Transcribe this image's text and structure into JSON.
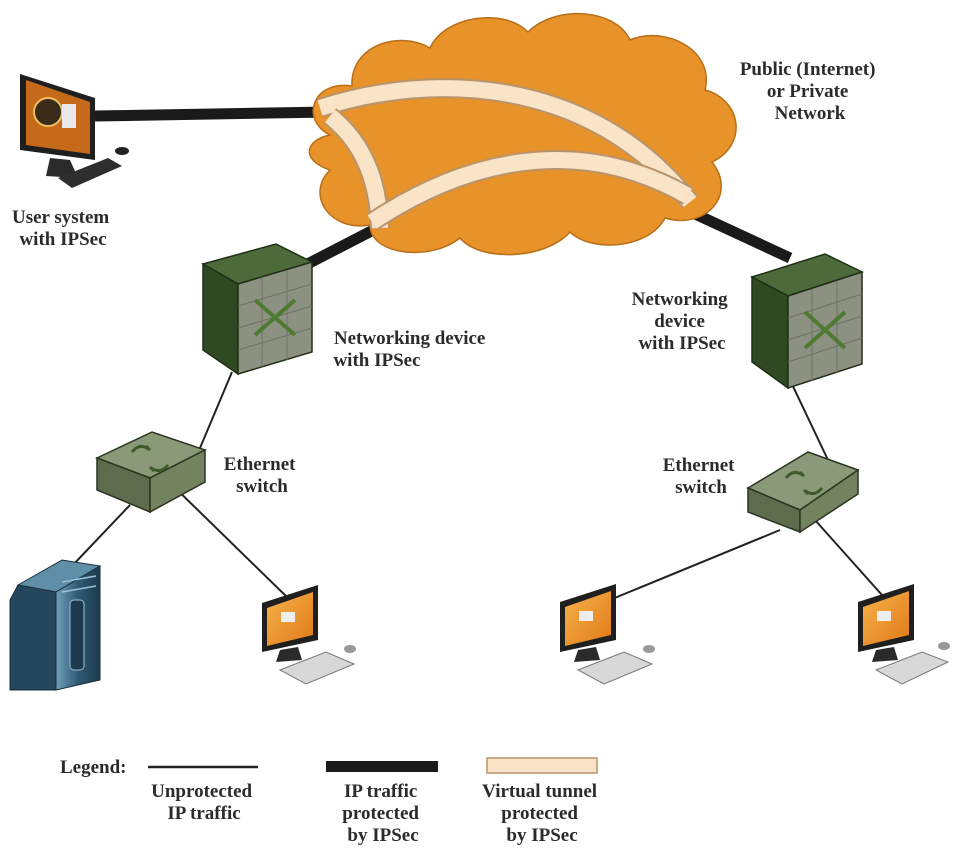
{
  "labels": {
    "user_system": [
      "User system",
      "with IPSec"
    ],
    "cloud": [
      "Public (Internet)",
      "or Private",
      "Network"
    ],
    "device_left": [
      "Networking device",
      "with IPSec"
    ],
    "device_right": [
      "Networking",
      "device",
      "with IPSec"
    ],
    "switch_left": [
      "Ethernet",
      "switch"
    ],
    "switch_right": [
      "Ethernet",
      "switch"
    ]
  },
  "legend": {
    "title": "Legend:",
    "items": [
      {
        "kind": "thin-line",
        "text": [
          "Unprotected",
          "IP traffic"
        ]
      },
      {
        "kind": "thick-line",
        "text": [
          "IP traffic",
          "protected",
          "by IPSec"
        ]
      },
      {
        "kind": "tunnel",
        "text": [
          "Virtual tunnel",
          "protected",
          "by IPSec"
        ]
      }
    ]
  },
  "colors": {
    "cloud": "#E8922A",
    "tunnel_fill": "#F9E4C8",
    "tunnel_stroke": "#C9A27A",
    "protected_link": "#1a1a1a",
    "device_face": "#3c5a2e",
    "switch_face": "#8a9a78",
    "server": "#3a6a86",
    "screen": "#F0A030"
  }
}
